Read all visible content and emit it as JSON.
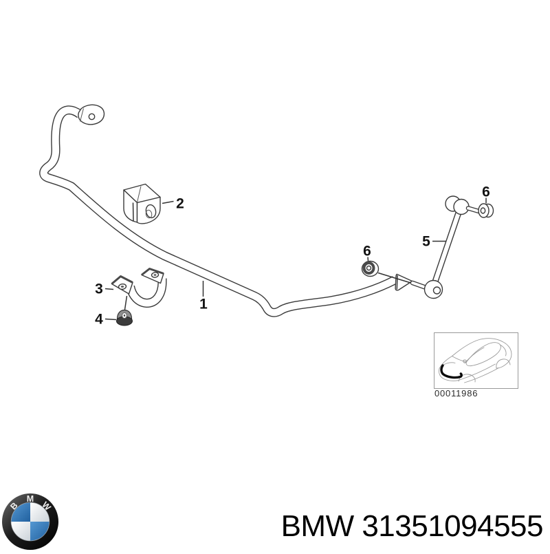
{
  "diagram": {
    "callouts": {
      "c1": "1",
      "c2": "2",
      "c3": "3",
      "c4": "4",
      "c5": "5",
      "c6a": "6",
      "c6b": "6"
    },
    "inset": {
      "code": "00011986"
    }
  },
  "footer": {
    "part_number": "BMW 31351094555",
    "logo": {
      "b": "B",
      "m": "M",
      "w": "W",
      "roundel_blue": "#2d74b8"
    }
  }
}
